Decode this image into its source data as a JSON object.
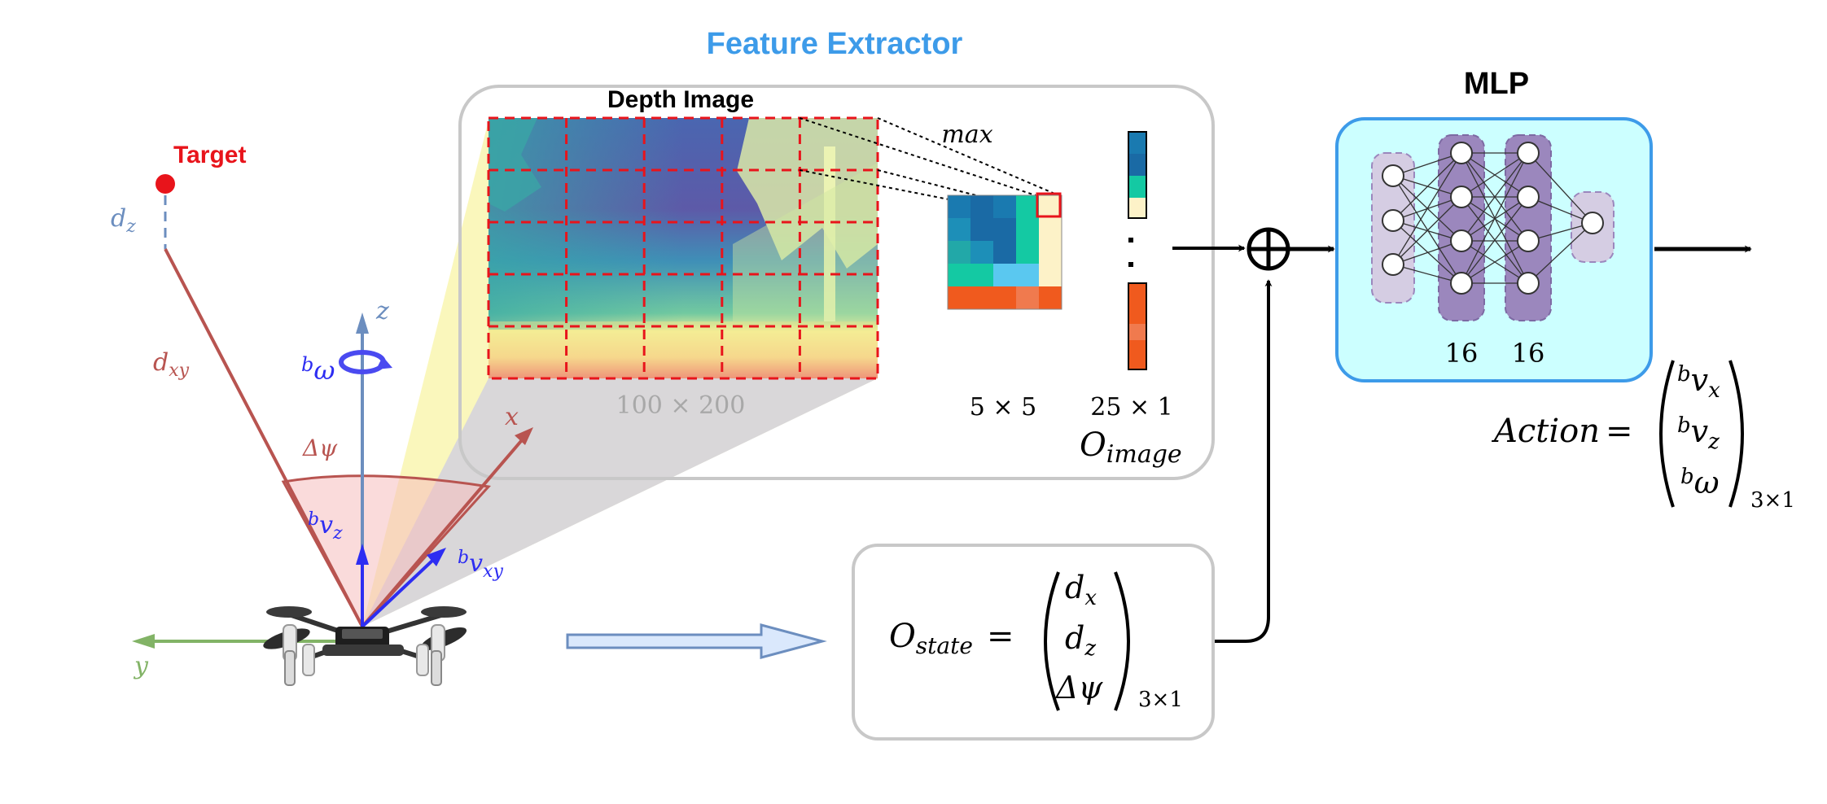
{
  "feature_extractor_title": "Feature Extractor",
  "mlp_title": "MLP",
  "depth_image_label": "Depth Image",
  "max_label": "max",
  "image_size_label": "100 × 200",
  "grid_size_label": "5 × 5",
  "vector_size_label": "25 × 1",
  "o_image": {
    "base": "O",
    "sub": "image"
  },
  "target_label": "Target",
  "dz_label": {
    "base": "d",
    "sub": "z"
  },
  "dxy_label": {
    "base": "d",
    "sub": "xy"
  },
  "z_axis_label": "z",
  "x_axis_label": "x",
  "y_axis_label": "y",
  "delta_psi_label": "Δψ",
  "b_omega_label": {
    "sup": "b",
    "base": "ω"
  },
  "b_vz_label": {
    "sup": "b",
    "base": "v",
    "sub": "z"
  },
  "b_vxy_label": {
    "sup": "b",
    "base": "v",
    "sub": "xy"
  },
  "mlp_layer_sizes": [
    "16",
    "16"
  ],
  "o_state": {
    "lhs_base": "O",
    "lhs_sub": "state",
    "equals": "=",
    "entries": [
      {
        "base": "d",
        "sub": "x"
      },
      {
        "base": "d",
        "sub": "z"
      },
      {
        "base": "Δψ",
        "sub": ""
      }
    ],
    "dim": "3×1"
  },
  "action": {
    "lhs": "Action",
    "equals": "=",
    "entries": [
      {
        "sup": "b",
        "base": "v",
        "sub": "x"
      },
      {
        "sup": "b",
        "base": "v",
        "sub": "z"
      },
      {
        "sup": "b",
        "base": "ω",
        "sub": ""
      }
    ],
    "dim": "3×1"
  },
  "colors": {
    "title_blue": "#3d9be9",
    "target_red": "#e8141b",
    "dz_blue": "#6c8ebf",
    "dxy_red": "#b85450",
    "body_blue": "#2d2df2",
    "y_green": "#82b366",
    "mlp_fill": "#ccffff",
    "mlp_border": "#3d9be9",
    "node_light": "#d5cde3",
    "node_dark": "#9b87bd"
  },
  "icons": [
    "quadcopter-drone-icon",
    "rotation-arrow-icon",
    "concat-plus-icon"
  ]
}
